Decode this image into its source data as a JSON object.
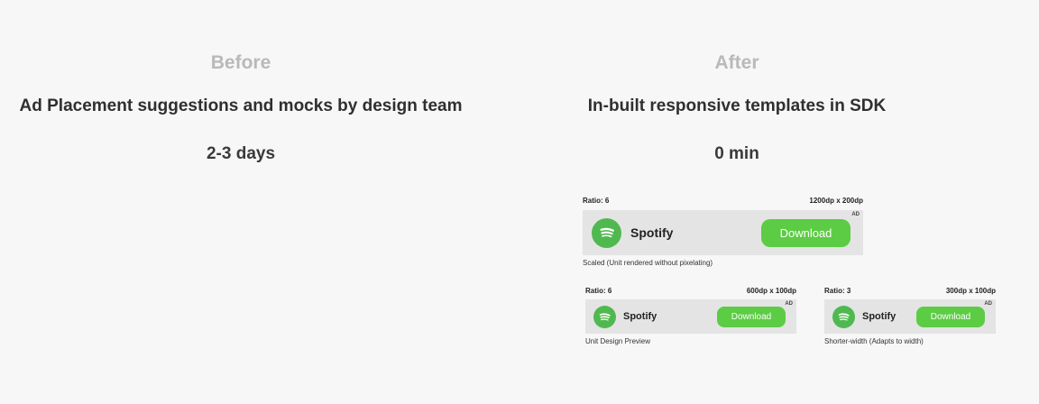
{
  "before": {
    "heading": "Before",
    "title": "Ad Placement suggestions and mocks by design team",
    "time": "2-3 days"
  },
  "after": {
    "heading": "After",
    "title": "In-built responsive templates in SDK",
    "time": "0 min"
  },
  "ad_previews": [
    {
      "ratio_label": "Ratio: 6",
      "size_label": "1200dp x 200dp",
      "ad_tag": "AD",
      "app_name": "Spotify",
      "cta_label": "Download",
      "caption": "Scaled (Unit rendered without pixelating)",
      "logo_icon": "spotify-logo-icon"
    },
    {
      "ratio_label": "Ratio: 6",
      "size_label": "600dp x 100dp",
      "ad_tag": "AD",
      "app_name": "Spotify",
      "cta_label": "Download",
      "caption": "Unit Design Preview",
      "logo_icon": "spotify-logo-icon"
    },
    {
      "ratio_label": "Ratio: 3",
      "size_label": "300dp x 100dp",
      "ad_tag": "AD",
      "app_name": "Spotify",
      "cta_label": "Download",
      "caption": "Shorter-width (Adapts to width)",
      "logo_icon": "spotify-logo-icon"
    }
  ],
  "colors": {
    "background": "#f7f7f7",
    "ad_background": "#e4e4e4",
    "button": "#5ccc44",
    "logo": "#4fb94f",
    "heading_muted": "#b9b9b9"
  }
}
